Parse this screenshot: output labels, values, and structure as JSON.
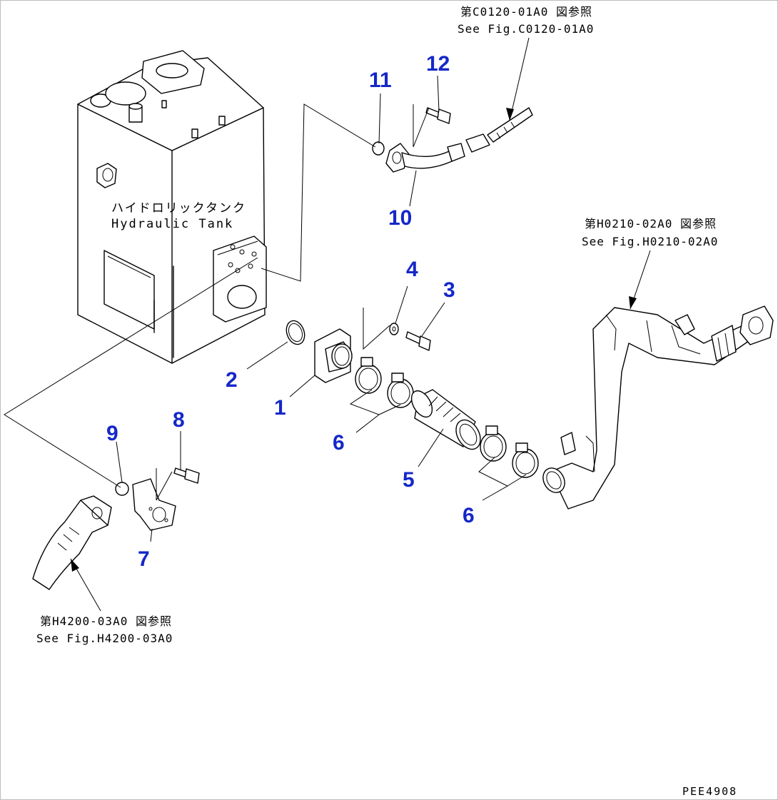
{
  "references": {
    "top": {
      "jp": "第C0120-01A0 図参照",
      "en": "See Fig.C0120-01A0"
    },
    "right": {
      "jp": "第H0210-02A0 図参照",
      "en": "See Fig.H0210-02A0"
    },
    "bottom": {
      "jp": "第H4200-03A0 図参照",
      "en": "See Fig.H4200-03A0"
    }
  },
  "tank": {
    "jp": "ハイドロリックタンク",
    "en": "Hydraulic Tank"
  },
  "callouts": [
    "1",
    "2",
    "3",
    "4",
    "5",
    "6",
    "6",
    "7",
    "8",
    "9",
    "10",
    "11",
    "12"
  ],
  "drawing_code": "PEE4908",
  "colors": {
    "callout": "#1428c8",
    "line": "#000000",
    "background": "#ffffff"
  }
}
